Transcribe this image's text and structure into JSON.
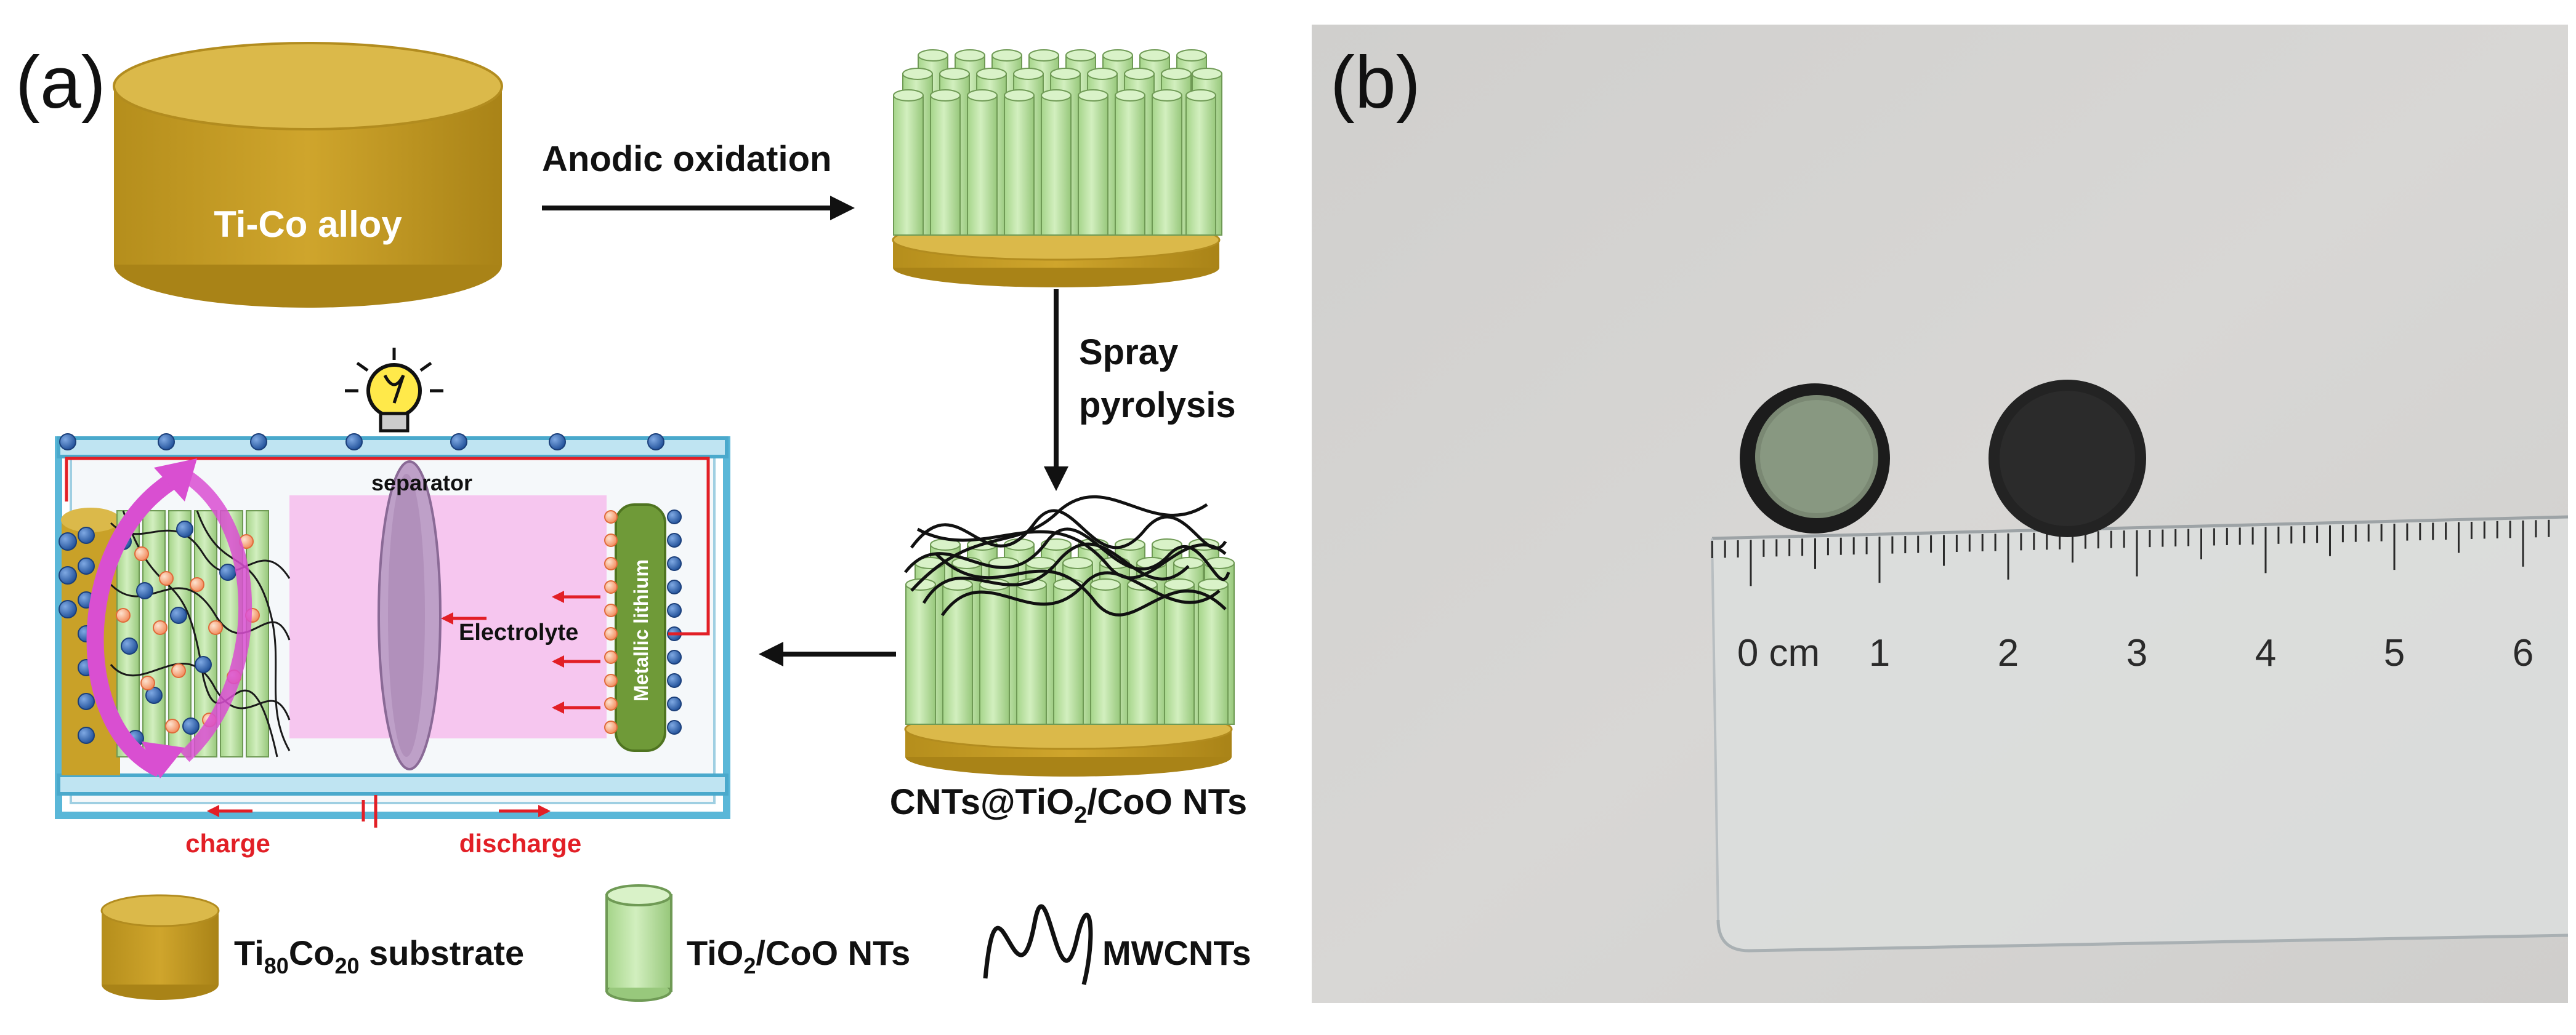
{
  "panel_a": {
    "label": "(a)",
    "alloy_label": "Ti-Co alloy",
    "step1": "Anodic  oxidation",
    "step2_line1": "Spray",
    "step2_line2": "pyrolysis",
    "product": {
      "main": "CNTs@TiO",
      "sub": "2",
      "rest": "/CoO NTs"
    },
    "battery": {
      "separator": "separator",
      "electrolyte": "Electrolyte",
      "anode": "Metallic lithium",
      "charge": "charge",
      "discharge": "discharge"
    },
    "legend": [
      {
        "name": "substrate",
        "parts": [
          "Ti",
          "80",
          "Co",
          "20",
          " substrate"
        ]
      },
      {
        "name": "nanotubes",
        "parts": [
          "TiO",
          "2",
          "/CoO NTs"
        ]
      },
      {
        "name": "mwcnts",
        "parts": [
          "MWCNTs"
        ]
      }
    ]
  },
  "panel_b": {
    "label": "(b)",
    "ruler_labels": [
      "0 cm",
      "1",
      "2",
      "3",
      "4",
      "5",
      "6"
    ]
  },
  "colors": {
    "gold": "#c9a128",
    "gold_dark": "#a47f14",
    "gold_top": "#dbb94a",
    "tube": "#b8dfa0",
    "tube_stroke": "#6f9a55",
    "photo_bg": "#d5d4d2",
    "red": "#e21f26",
    "pink": "#f6c6ef",
    "ion": "#2e64b0"
  }
}
